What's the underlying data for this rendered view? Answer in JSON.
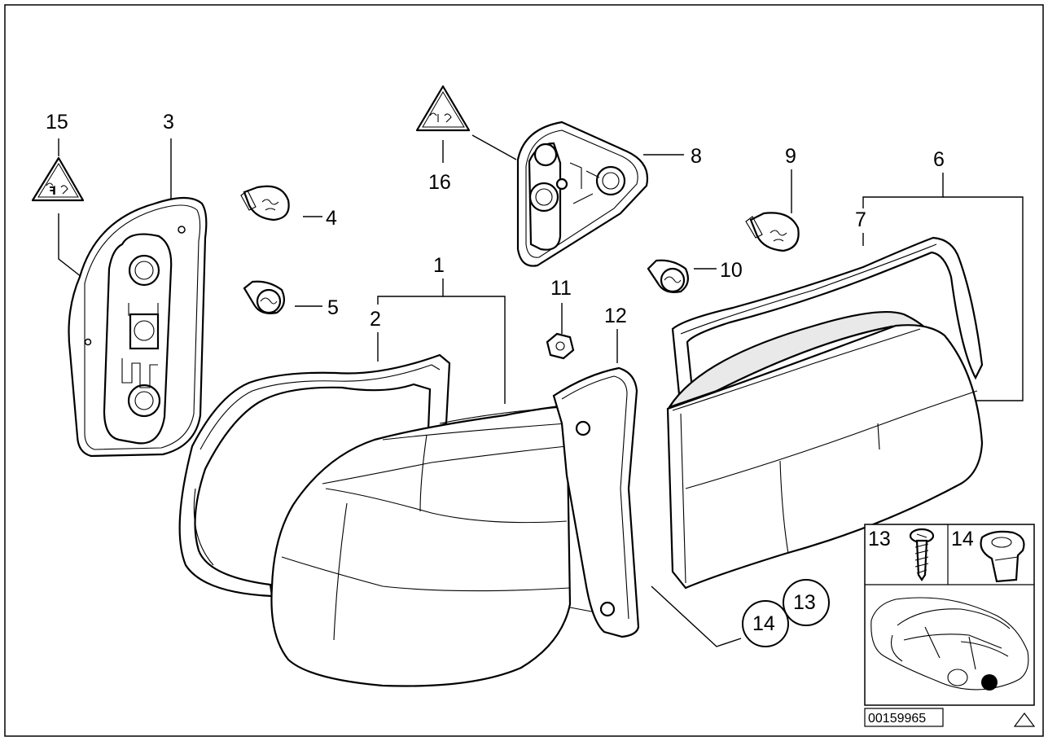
{
  "labels": {
    "p1": "1",
    "p2": "2",
    "p3": "3",
    "p4": "4",
    "p5": "5",
    "p6": "6",
    "p7": "7",
    "p8": "8",
    "p9": "9",
    "p10": "10",
    "p11": "11",
    "p12": "12",
    "p13": "13",
    "p14": "14",
    "p15": "15",
    "p16": "16",
    "circle_13": "13",
    "circle_14": "14",
    "inset_13": "13",
    "inset_14": "14"
  },
  "diagram_number": "00159965",
  "icons": [
    "warning-triangle-icon",
    "car-location-icon",
    "corner-triangle-icon"
  ],
  "colors": {
    "line": "#000000",
    "background": "#ffffff",
    "shade": "#e9e9e9"
  }
}
